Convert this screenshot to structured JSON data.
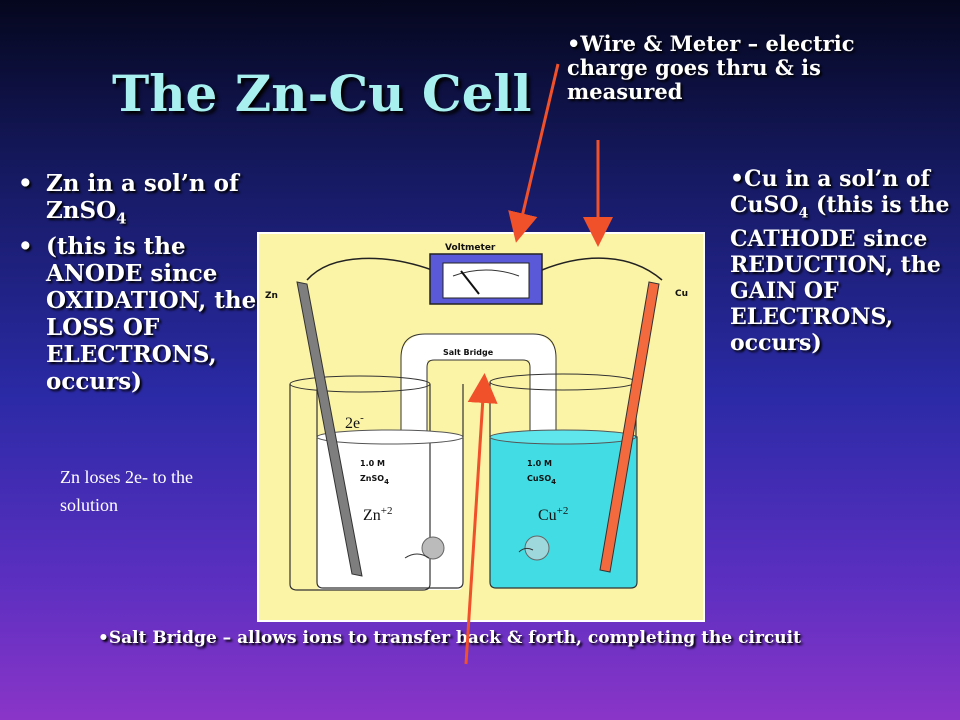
{
  "slide": {
    "title": "The Zn-Cu Cell",
    "left_bullets": [
      {
        "bullet": "•",
        "text": "Zn in a sol’n of ZnSO",
        "sub": "4"
      },
      {
        "bullet": "•",
        "text": "(this is the ANODE since OXIDATION, the LOSS OF ELECTRONS, occurs)"
      }
    ],
    "wire_note": "•Wire & Meter – electric charge goes thru & is measured",
    "cu_note": {
      "text1": "•Cu in a sol’n of CuSO",
      "sub": "4",
      "text2": " (this is the CATHODE since REDUCTION, the GAIN OF ELECTRONS, occurs)"
    },
    "zn_loses": "Zn loses 2e- to the solution",
    "salt_bridge_note": "•Salt Bridge – allows ions to transfer back & forth, completing the circuit"
  },
  "diagram": {
    "voltmeter_label": "Voltmeter",
    "zn_label": "Zn",
    "cu_label": "Cu",
    "salt_bridge_label": "Salt Bridge",
    "left_conc": "1.0 M",
    "left_soln": "ZnSO",
    "left_soln_sub": "4",
    "right_conc": "1.0 M",
    "right_soln": "CuSO",
    "right_soln_sub": "4",
    "electrons": "2e",
    "electrons_sup": "-",
    "zn_ion": "Zn",
    "zn_ion_sup": "+2",
    "cu_ion": "Cu",
    "cu_ion_sup": "+2"
  },
  "colors": {
    "panel_bg": "#fbf3a6",
    "cu_solution": "#42dce4",
    "cu_electrode": "#f26a3e",
    "zn_electrode": "#7e7e7e",
    "arrow": "#f0502a",
    "title": "#a8f0f0"
  }
}
